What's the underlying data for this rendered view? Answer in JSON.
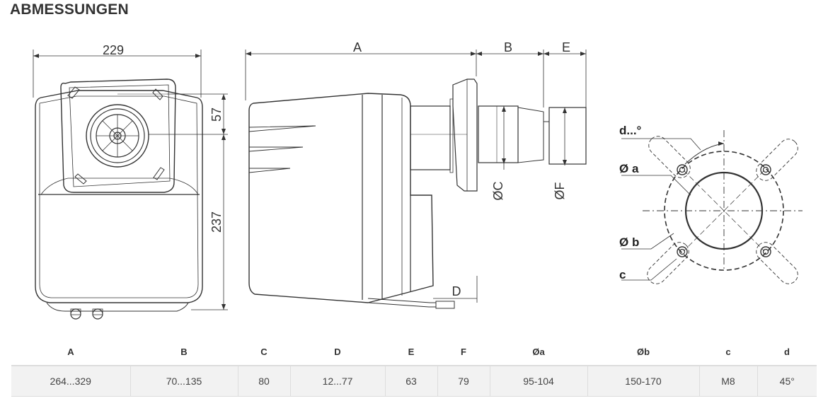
{
  "title": "ABMESSUNGEN",
  "drawing": {
    "front_width": "229",
    "front_upper_height": "57",
    "front_height": "237",
    "side_labels": {
      "a": "A",
      "b": "B",
      "e": "E",
      "c": "ØC",
      "f": "ØF",
      "d": "D"
    },
    "flange_labels": {
      "angle": "d...°",
      "inner": "Ø a",
      "outer": "Ø b",
      "bolt": "c"
    }
  },
  "table": {
    "headers": [
      "A",
      "B",
      "C",
      "D",
      "E",
      "F",
      "Øa",
      "Øb",
      "c",
      "d"
    ],
    "values": [
      "264...329",
      "70...135",
      "80",
      "12...77",
      "63",
      "79",
      "95-104",
      "150-170",
      "M8",
      "45°"
    ]
  }
}
